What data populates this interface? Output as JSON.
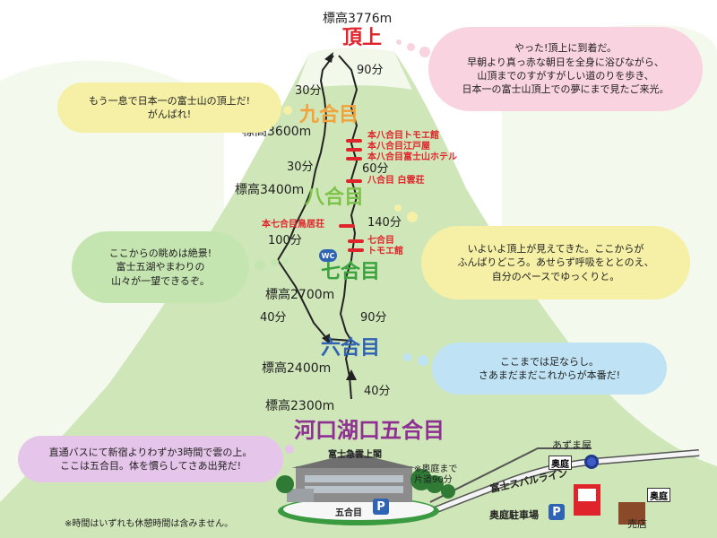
{
  "summit": {
    "elevation": "標高3776m",
    "name": "頂上"
  },
  "stations": {
    "ninth": "九合目",
    "eighth": "八合目",
    "seventh": "七合目",
    "sixth": "六合目",
    "fifth": "河口湖口五合目"
  },
  "elevations": {
    "e3600": "標高3600m",
    "e3400": "標高3400m",
    "e2700": "標高2700m",
    "e2400": "標高2400m",
    "e2300": "標高2300m"
  },
  "durations": {
    "d90_top": "90分",
    "d30_a": "30分",
    "d30_b": "30分",
    "d60": "60分",
    "d140": "140分",
    "d100": "100分",
    "d40_a": "40分",
    "d90_mid": "90分",
    "d40_b": "40分"
  },
  "huts": {
    "tomoe9": "本八合目トモエ館",
    "edoya": "本八合目江戸屋",
    "fujisan_hotel": "本八合目富士山ホテル",
    "hakuunso": "八合目 白雲荘",
    "toyokan": "本七合目鳥居荘",
    "nanagome": "七合目",
    "tomoe7": "トモエ館",
    "wc": "WC"
  },
  "bubbles": {
    "summit_msg": "やった!頂上に到着だ。\n早朝より真っ赤な朝日を全身に浴びながら、\n山頂までのすがすがしい道のりを歩き、\n日本一の富士山頂上での夢にまで見たご来光。",
    "ninth_msg": "もう一息で日本一の富士山の頂上だ!\nがんばれ!",
    "view_msg": "ここからの眺めは絶景!\n富士五湖やまわりの\n山々が一望できるぞ。",
    "eighth_msg": "いよいよ頂上が見えてきた。ここからが\nふんばりどころ。あせらず呼吸をととのえ、\n自分のペースでゆっくりと。",
    "sixth_msg": "ここまでは足ならし。\nさあまだまだこれからが本番だ!",
    "fifth_msg": "直通バスにて新宿よりわずか3時間で雲の上。\nここは五合目。体を慣らしてさあ出発だ!"
  },
  "base": {
    "building": "富士急雲上閣",
    "station_label": "五合目",
    "okuniwa_note": "※奥庭まで\n片道90分",
    "subaru_line": "富士スバルライン",
    "okuniwa_parking": "奥庭駐車場",
    "azumaya": "あずま屋",
    "sign_okuniwa": "奥庭",
    "sign_okuniwa2": "奥庭",
    "baiten": "売店",
    "parking_icon": "P",
    "footnote": "※時間はいずれも休憩時間は含みません。"
  },
  "colors": {
    "mountain_green": "#cfe6b8",
    "summit_red": "#e0242b",
    "ninth_orange": "#f2a23a",
    "eighth_green": "#7dc34a",
    "seventh_green": "#3aa33e",
    "sixth_blue": "#2f63b4",
    "fifth_purple": "#8e2f93",
    "bubble_pink": "#f9d3df",
    "bubble_yellow": "#f5f0a6",
    "bubble_green": "#c5e5b0",
    "bubble_blue": "#bfe3f5",
    "bubble_purple": "#e6c5ea"
  }
}
